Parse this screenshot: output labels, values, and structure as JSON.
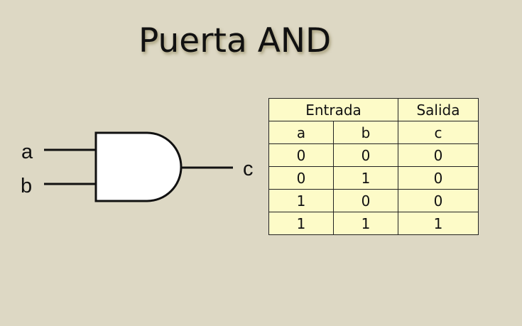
{
  "title": "Puerta AND",
  "gate": {
    "inputs": [
      "a",
      "b"
    ],
    "output": "c"
  },
  "truth_table": {
    "groups": [
      {
        "label": "Entrada",
        "span": 2
      },
      {
        "label": "Salida",
        "span": 1
      }
    ],
    "columns": [
      "a",
      "b",
      "c"
    ],
    "rows": [
      [
        "0",
        "0",
        "0"
      ],
      [
        "0",
        "1",
        "0"
      ],
      [
        "1",
        "0",
        "0"
      ],
      [
        "1",
        "1",
        "1"
      ]
    ]
  },
  "colors": {
    "background": "#ddd8c4",
    "table_fill": "#fdfbc8",
    "gate_fill": "#ffffff",
    "stroke": "#111111"
  }
}
